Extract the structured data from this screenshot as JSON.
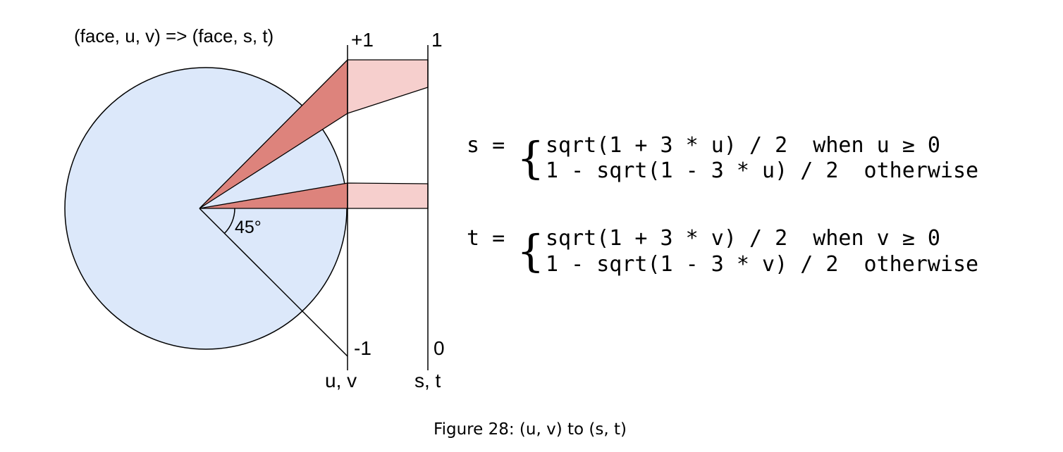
{
  "figure": {
    "header": "(face, u, v) => (face, s, t)",
    "uv_axis": {
      "top": "+1",
      "bottom": "-1",
      "name": "u, v"
    },
    "st_axis": {
      "top": "1",
      "bottom": "0",
      "name": "s, t"
    },
    "angle_label": "45°",
    "caption": "Figure 28: (u, v) to (s, t)",
    "colors": {
      "circle_fill": "#dce8fa",
      "wedge_fill": "#dd837c",
      "band_fill": "#f6cfcd"
    }
  },
  "equations": {
    "s": {
      "lhs": "s =",
      "case1": "sqrt(1 + 3 * u) / 2  when u ≥ 0",
      "case2": "1 - sqrt(1 - 3 * u) / 2  otherwise"
    },
    "t": {
      "lhs": "t =",
      "case1": "sqrt(1 + 3 * v) / 2  when v ≥ 0",
      "case2": "1 - sqrt(1 - 3 * v) / 2  otherwise"
    }
  }
}
